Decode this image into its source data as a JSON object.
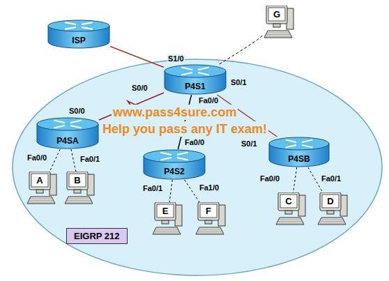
{
  "diagram": {
    "nodes": [
      {
        "text": [
          "ISP"
        ]
      },
      {
        "text": [
          "G"
        ]
      },
      {
        "text": [
          "P4S1"
        ]
      },
      {
        "text": [
          "P4SA"
        ]
      },
      {
        "text": [
          "P4S2"
        ]
      },
      {
        "text": [
          "P4SB"
        ]
      },
      {
        "text": [
          "A"
        ]
      },
      {
        "text": [
          "B"
        ]
      },
      {
        "text": [
          "E"
        ]
      },
      {
        "text": [
          "F"
        ]
      },
      {
        "text": [
          "C"
        ]
      },
      {
        "text": [
          "D"
        ]
      },
      {
        "text": [
          "EIGRP 212"
        ]
      }
    ],
    "edges": [
      {
        "from": 0,
        "to": 2,
        "arrow": "none"
      },
      {
        "from": 2,
        "to": 1,
        "arrow": "none"
      },
      {
        "from": 2,
        "to": 3,
        "arrow": "none"
      },
      {
        "from": 2,
        "to": 4,
        "arrow": "none"
      },
      {
        "from": 2,
        "to": 5,
        "arrow": "none"
      },
      {
        "from": 3,
        "to": 6,
        "arrow": "none"
      },
      {
        "from": 3,
        "to": 7,
        "arrow": "none"
      },
      {
        "from": 4,
        "to": 8,
        "arrow": "none"
      },
      {
        "from": 4,
        "to": 9,
        "arrow": "none"
      },
      {
        "from": 5,
        "to": 10,
        "arrow": "none"
      },
      {
        "from": 5,
        "to": 11,
        "arrow": "none"
      }
    ],
    "labels": [
      "S1/0",
      "S0/0",
      "S0/1",
      "Fa0/0",
      "S0/0",
      "Fa0/0",
      "Fa0/1",
      "Fa0/0",
      "Fa0/1",
      "Fa1/0",
      "S0/1",
      "Fa0/0",
      "Fa0/1",
      "www.pass4sure.com",
      "Help you pass any IT exam!"
    ]
  }
}
